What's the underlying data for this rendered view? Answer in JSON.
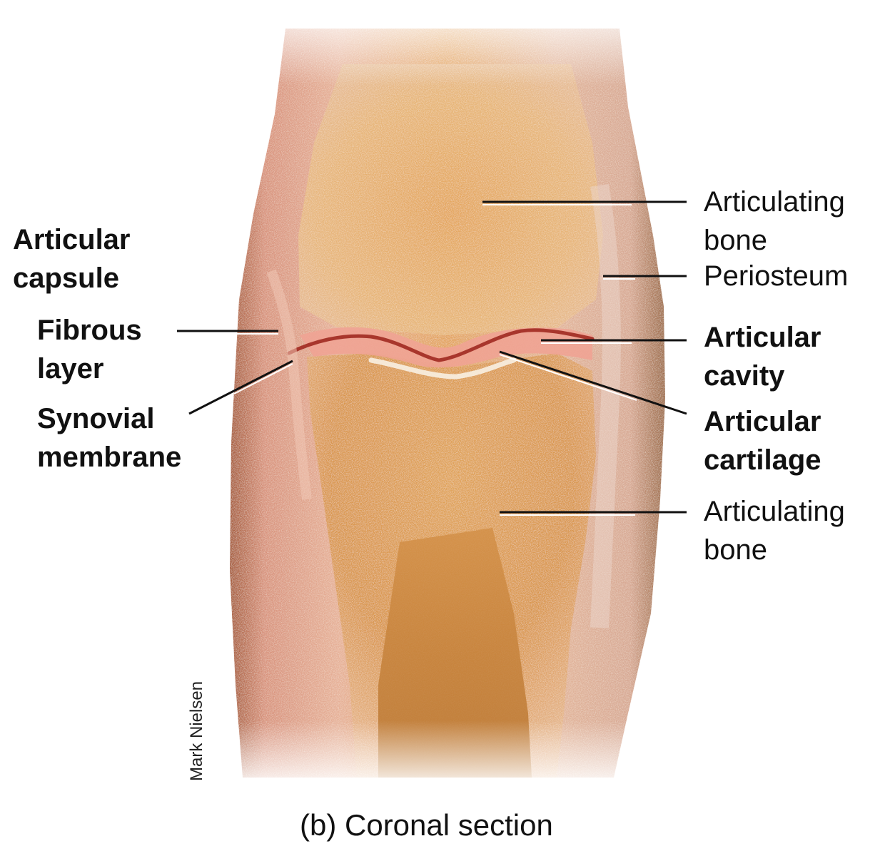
{
  "figure": {
    "caption": "(b) Coronal section",
    "credit": "Mark Nielsen",
    "colors": {
      "bone_core": "#e0a45a",
      "capsule_pink": "#d99a86",
      "cartilage_pink": "#f0a494",
      "cavity_red": "#b84a3e",
      "leader_line": "#111111"
    }
  },
  "labels_left": {
    "articular_capsule": {
      "line1": "Articular",
      "line2": "capsule"
    },
    "fibrous_layer": {
      "line1": "Fibrous",
      "line2": "layer"
    },
    "synovial_membrane": {
      "line1": "Synovial",
      "line2": "membrane"
    }
  },
  "labels_right": {
    "articulating_bone_top": {
      "line1": "Articulating",
      "line2": "bone"
    },
    "periosteum": {
      "line1": "Periosteum"
    },
    "articular_cavity": {
      "line1": "Articular",
      "line2": "cavity"
    },
    "articular_cartilage": {
      "line1": "Articular",
      "line2": "cartilage"
    },
    "articulating_bone_bottom": {
      "line1": "Articulating",
      "line2": "bone"
    }
  }
}
